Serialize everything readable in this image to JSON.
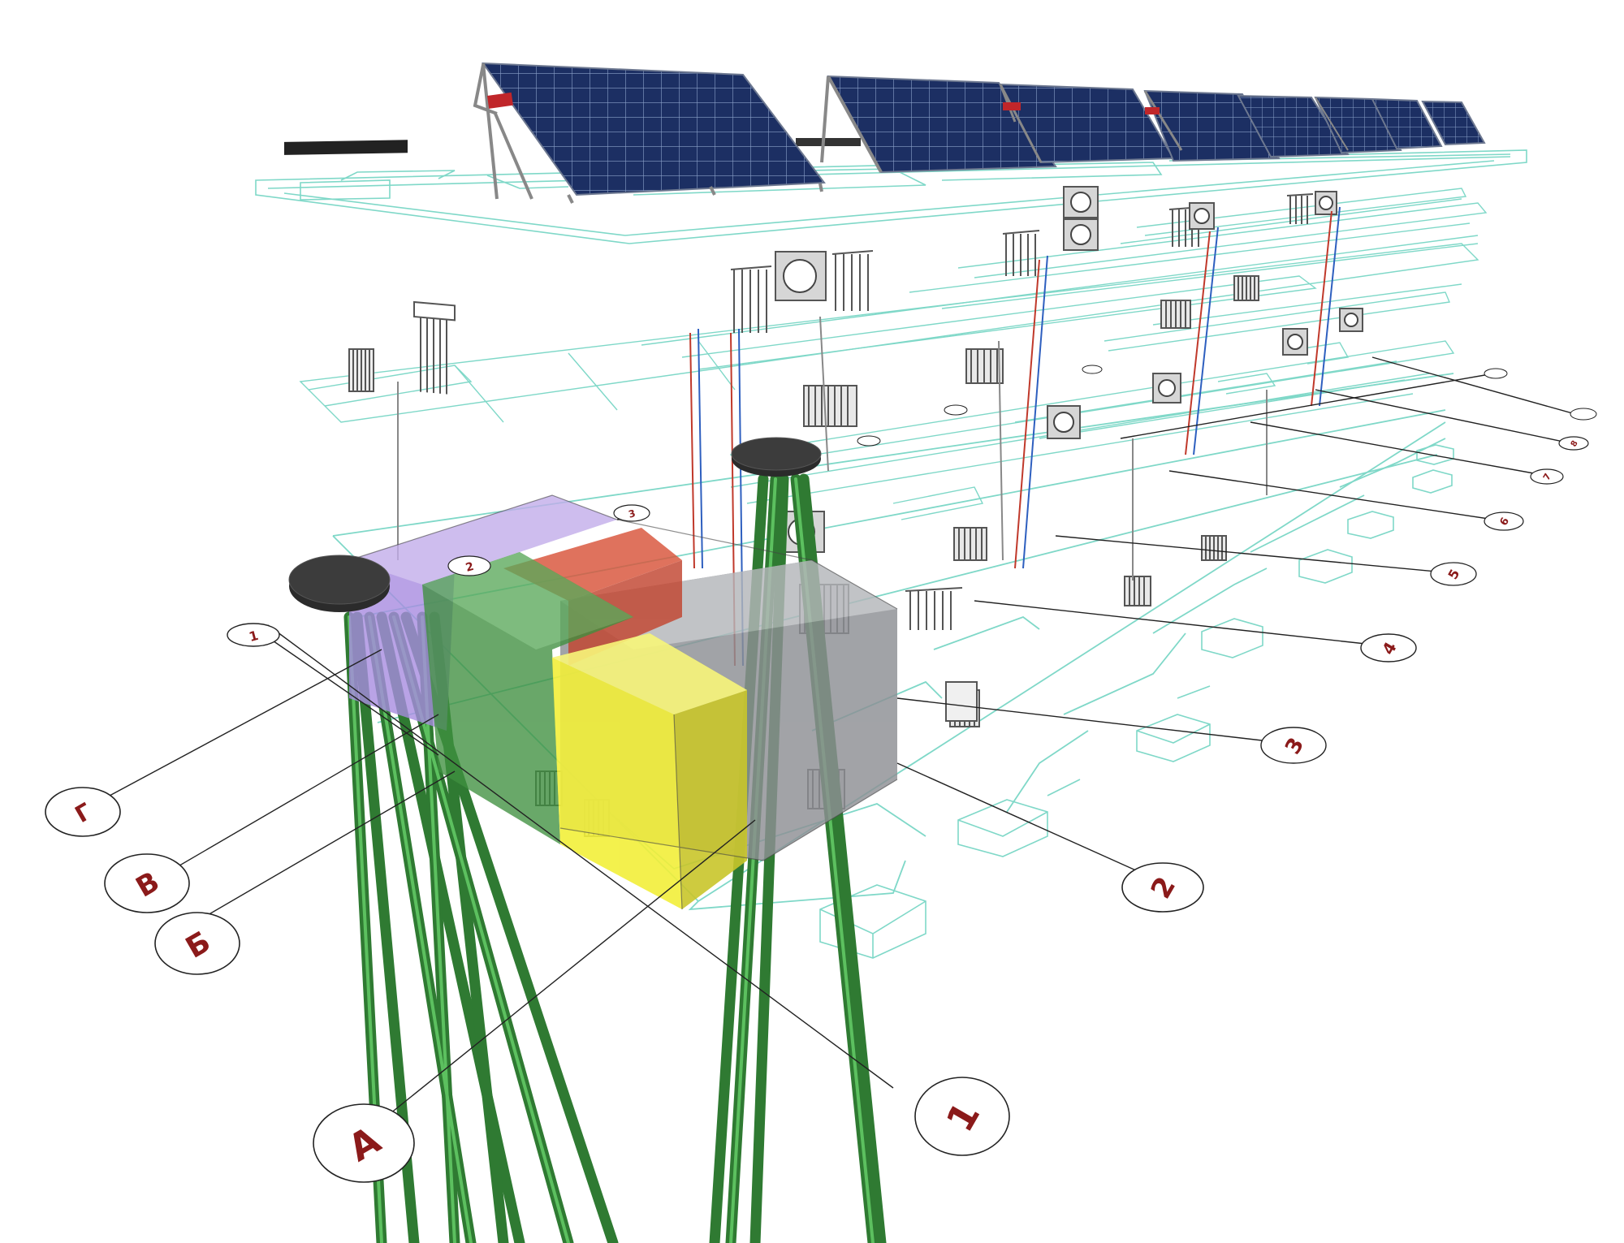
{
  "colors": {
    "background": "#ffffff",
    "wireframe": "#7fd8c8",
    "grid_line": "#222222",
    "axis_bubble_text": "#8b1a1a",
    "solar_panel": "#1b2f5e",
    "pipe_green": "#2e7d32",
    "tank_purple": "#9b7fd6",
    "tank_red": "#d9543a",
    "tank_green": "#3f8f3f",
    "tank_yellow": "#f2ef3a",
    "tank_grey": "#8d8f94",
    "well_cap": "#2b2b2b"
  },
  "axes": {
    "letters": [
      "А",
      "Б",
      "В",
      "Г"
    ],
    "numbers_front": [
      "1",
      "2",
      "3",
      "4",
      "5",
      "6",
      "7",
      "8"
    ],
    "far_letters": [
      "1",
      "2",
      "3"
    ]
  },
  "icons": {
    "solar_panel": "solar-panel-icon",
    "radiator": "radiator-icon",
    "fan_coil": "fan-coil-icon",
    "well_cap": "well-cap-icon",
    "geothermal_probe": "geothermal-probe-icon"
  }
}
